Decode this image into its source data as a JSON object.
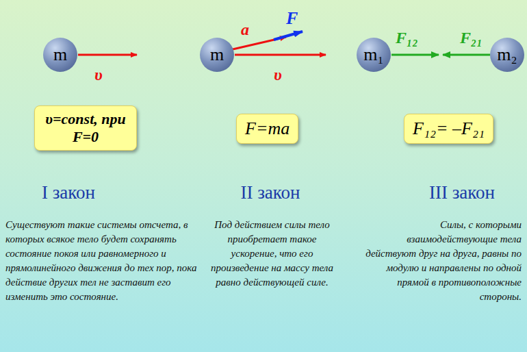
{
  "diagram": {
    "nodes": [
      {
        "text": [
          "m"
        ]
      },
      {
        "text": [
          "m"
        ]
      },
      {
        "text": [
          "m₁"
        ]
      },
      {
        "text": [
          "m₂"
        ]
      },
      {
        "text": [
          "υ=const, при F=0"
        ]
      },
      {
        "text": [
          "F=ma"
        ]
      },
      {
        "text": [
          "F₁₂= –F₂₁"
        ]
      }
    ],
    "labels": [
      "υ",
      "a",
      "F",
      "υ",
      "F₁₂",
      "F₂₁",
      "I закон",
      "II закон",
      "III закон",
      "Существуют такие системы отсчета, в которых всякое тело будет сохранять состояние покоя или равномерного и прямолинейного движения до тех пор, пока действие других тел не заставит его изменить это состояние.",
      "Под действием силы тело приобретает такое ускорение, что его произведение на массу тела равно действующей силе.",
      "Силы, с которыми взаимодействующие тела действуют друг на друга, равны по модулю и направлены по одной прямой в противоположные стороны."
    ]
  }
}
